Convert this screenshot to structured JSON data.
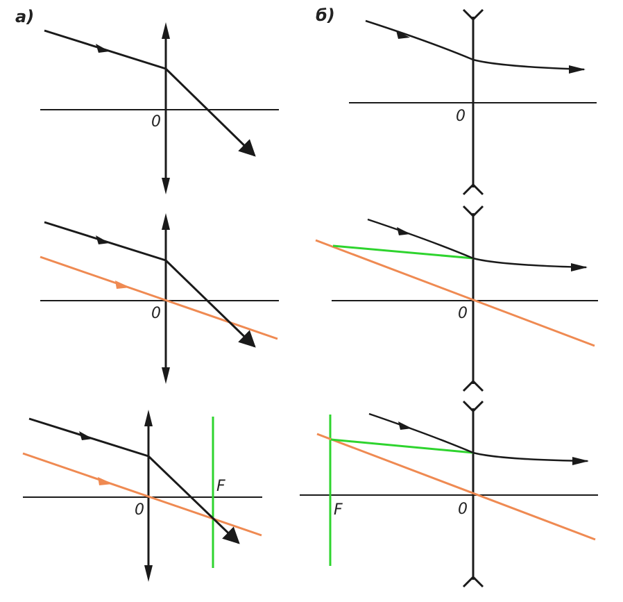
{
  "panel_labels": {
    "a": "а)",
    "b": "б)"
  },
  "point_labels": {
    "center": "0",
    "focus": "F"
  },
  "colors": {
    "ink": "#1a1a1a",
    "construction_ray": "#ef8a52",
    "focal_plane": "#2ed42e",
    "focal_segment": "#2ed42e"
  },
  "lens_types": {
    "left_column": "converging-lens",
    "right_column": "diverging-lens"
  }
}
